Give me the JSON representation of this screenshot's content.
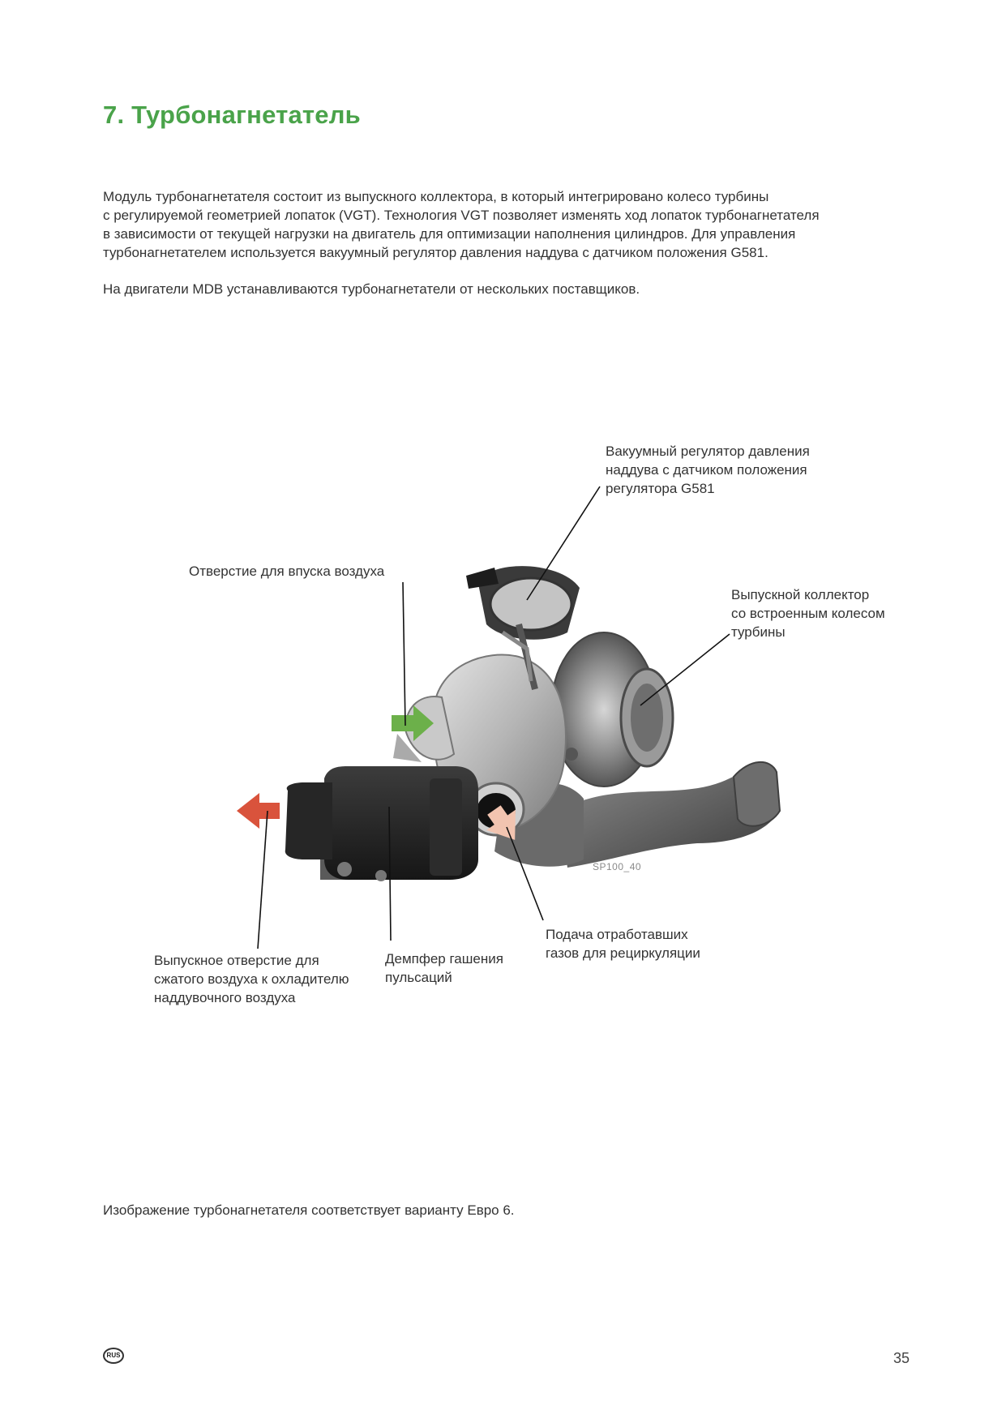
{
  "heading": {
    "title": "7. Турбонагнетатель"
  },
  "intro": {
    "paragraph1_lines": [
      "Модуль турбонагнетателя состоит из выпускного коллектора, в который интегрировано колесо турбины",
      "с регулируемой геометрией лопаток (VGT). Технология VGT позволяет изменять ход лопаток турбонагнетателя",
      "в зависимости от текущей нагрузки на двигатель для оптимизации наполнения цилиндров. Для управления",
      "турбонагнетателем используется вакуумный регулятор давления наддува с датчиком положения G581."
    ],
    "paragraph2": "На двигатели MDB устанавливаются турбонагнетатели от нескольких поставщиков."
  },
  "figure": {
    "labels": {
      "vacuum_regulator": [
        "Вакуумный регулятор давления",
        "наддува с датчиком положения",
        "регулятора G581"
      ],
      "air_inlet": [
        "Отверстие для впуска воздуха"
      ],
      "exhaust_manifold": [
        "Выпускной коллектор",
        "со встроенным колесом",
        "турбины"
      ],
      "compressed_air_outlet": [
        "Выпускное отверстие для",
        "сжатого воздуха к охладителю",
        "наддувочного воздуха"
      ],
      "pulsation_damper": [
        "Демпфер гашения",
        "пульсаций"
      ],
      "egr_supply": [
        "Подача отработавших",
        "газов для рециркуляции"
      ]
    },
    "code": "SP100_40",
    "colors": {
      "intake_arrow": "#6cb04a",
      "outlet_arrow": "#d9533c",
      "egr_arrow": "#f2c4b0",
      "heading": "#4aa34a"
    }
  },
  "footnote": "Изображение турбонагнетателя соответствует варианту Евро 6.",
  "footer": {
    "logo_text": "RUS",
    "page_number": "35"
  }
}
